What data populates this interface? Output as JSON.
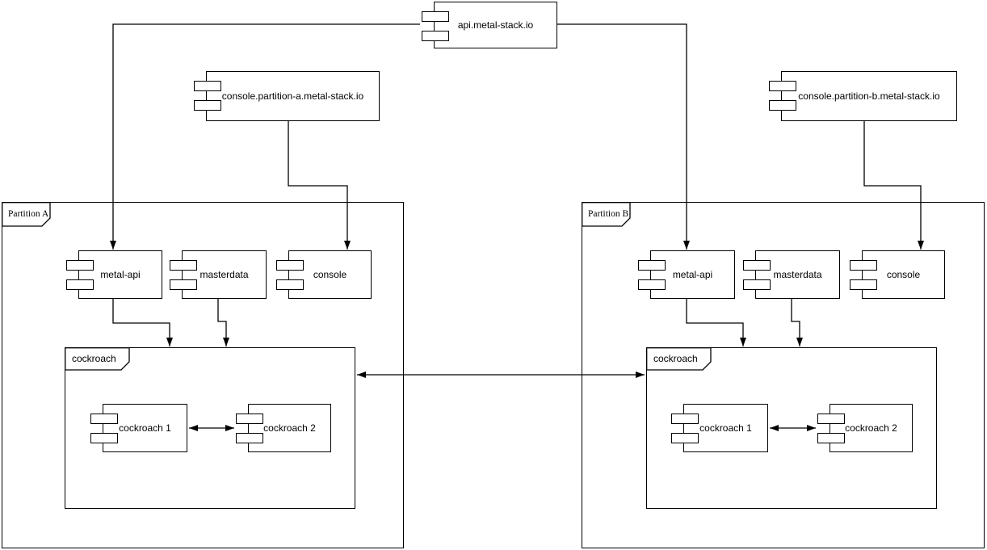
{
  "canvas": {
    "background_color": "#ffffff",
    "line_color": "#000000",
    "shape_fill_color": "#ffffff"
  },
  "external_components": {
    "api": {
      "label": "api.metal-stack.io"
    },
    "console_a": {
      "label": "console.partition-a.metal-stack.io"
    },
    "console_b": {
      "label": "console.partition-b.metal-stack.io"
    }
  },
  "partition_a": {
    "label": "Partition A",
    "metal_api": {
      "label": "metal-api"
    },
    "masterdata": {
      "label": "masterdata"
    },
    "console": {
      "label": "console"
    },
    "cockroach": {
      "label": "cockroach",
      "node1": {
        "label": "cockroach 1"
      },
      "node2": {
        "label": "cockroach 2"
      }
    }
  },
  "partition_b": {
    "label": "Partition B",
    "metal_api": {
      "label": "metal-api"
    },
    "masterdata": {
      "label": "masterdata"
    },
    "console": {
      "label": "console"
    },
    "cockroach": {
      "label": "cockroach",
      "node1": {
        "label": "cockroach 1"
      },
      "node2": {
        "label": "cockroach 2"
      }
    }
  },
  "edges": [
    {
      "from": "api.metal-stack.io",
      "to": "Partition A / metal-api",
      "style": "arrow"
    },
    {
      "from": "api.metal-stack.io",
      "to": "Partition B / metal-api",
      "style": "arrow"
    },
    {
      "from": "console.partition-a.metal-stack.io",
      "to": "Partition A / console",
      "style": "arrow"
    },
    {
      "from": "console.partition-b.metal-stack.io",
      "to": "Partition B / console",
      "style": "arrow"
    },
    {
      "from": "Partition A / metal-api",
      "to": "Partition A / cockroach",
      "style": "arrow"
    },
    {
      "from": "Partition A / masterdata",
      "to": "Partition A / cockroach",
      "style": "arrow"
    },
    {
      "from": "Partition B / metal-api",
      "to": "Partition B / cockroach",
      "style": "arrow"
    },
    {
      "from": "Partition B / masterdata",
      "to": "Partition B / cockroach",
      "style": "arrow"
    },
    {
      "from": "Partition A / cockroach",
      "to": "Partition B / cockroach",
      "style": "double-arrow"
    },
    {
      "from": "Partition A / cockroach 1",
      "to": "Partition A / cockroach 2",
      "style": "double-arrow"
    },
    {
      "from": "Partition B / cockroach 1",
      "to": "Partition B / cockroach 2",
      "style": "double-arrow"
    }
  ]
}
